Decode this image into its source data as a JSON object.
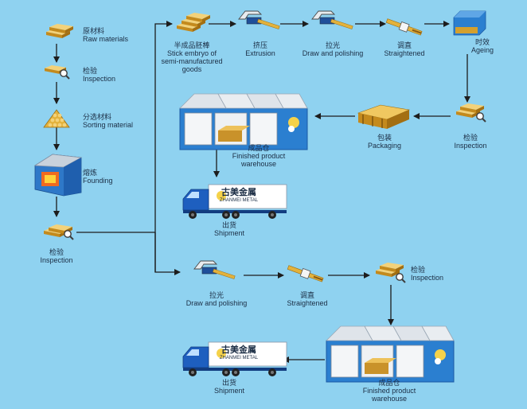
{
  "colors": {
    "background": "#8fd2f0",
    "arrow": "#1d1d1d",
    "gold": "#e3b23c",
    "warehouse_blue": "#2b7fd0",
    "roof_grey": "#dfe4ea",
    "truck_blue": "#1e5fbf"
  },
  "steps": {
    "raw_materials": {
      "cn": "原材料",
      "en": "Raw materials"
    },
    "inspection_1": {
      "cn": "检验",
      "en": "Inspection"
    },
    "sorting": {
      "cn": "分选材料",
      "en": "Sorting material"
    },
    "founding": {
      "cn": "熔炼",
      "en": "Founding"
    },
    "inspection_2": {
      "cn": "检验",
      "en": "Inspection"
    },
    "semi": {
      "cn": "半成品胚棒",
      "en1": "Stick embryo of",
      "en2": "semi-manufactured",
      "en3": "goods"
    },
    "extrusion": {
      "cn": "挤压",
      "en": "Extrusion"
    },
    "draw_1": {
      "cn": "拉光",
      "en": "Draw and polishing"
    },
    "straight_1": {
      "cn": "调直",
      "en": "Straightened"
    },
    "ageing": {
      "cn": "时效",
      "en": "Ageing"
    },
    "inspection_3": {
      "cn": "检验",
      "en": "Inspection"
    },
    "packaging": {
      "cn": "包装",
      "en": "Packaging"
    },
    "warehouse_1": {
      "cn": "成品仓",
      "en1": "Finished product",
      "en2": "warehouse"
    },
    "shipment_1": {
      "cn": "出货",
      "en": "Shipment"
    },
    "draw_2": {
      "cn": "拉光",
      "en": "Draw and polishing"
    },
    "straight_2": {
      "cn": "调直",
      "en": "Straightened"
    },
    "inspection_4": {
      "cn": "检验",
      "en": "Inspection"
    },
    "warehouse_2": {
      "cn": "成品仓",
      "en1": "Finished product",
      "en2": "warehouse"
    },
    "shipment_2": {
      "cn": "出货",
      "en": "Shipment"
    }
  },
  "truck_sign": {
    "cn": "古美金属",
    "en": "ZHANMEI METAL"
  },
  "icons": [
    "gold-bars-icon",
    "magnifier-inspection-icon",
    "gold-stack-icon",
    "furnace-icon",
    "extrusion-press-icon",
    "polishing-machine-icon",
    "straightener-icon",
    "ageing-oven-icon",
    "packaged-bars-icon",
    "warehouse-icon",
    "truck-icon"
  ]
}
